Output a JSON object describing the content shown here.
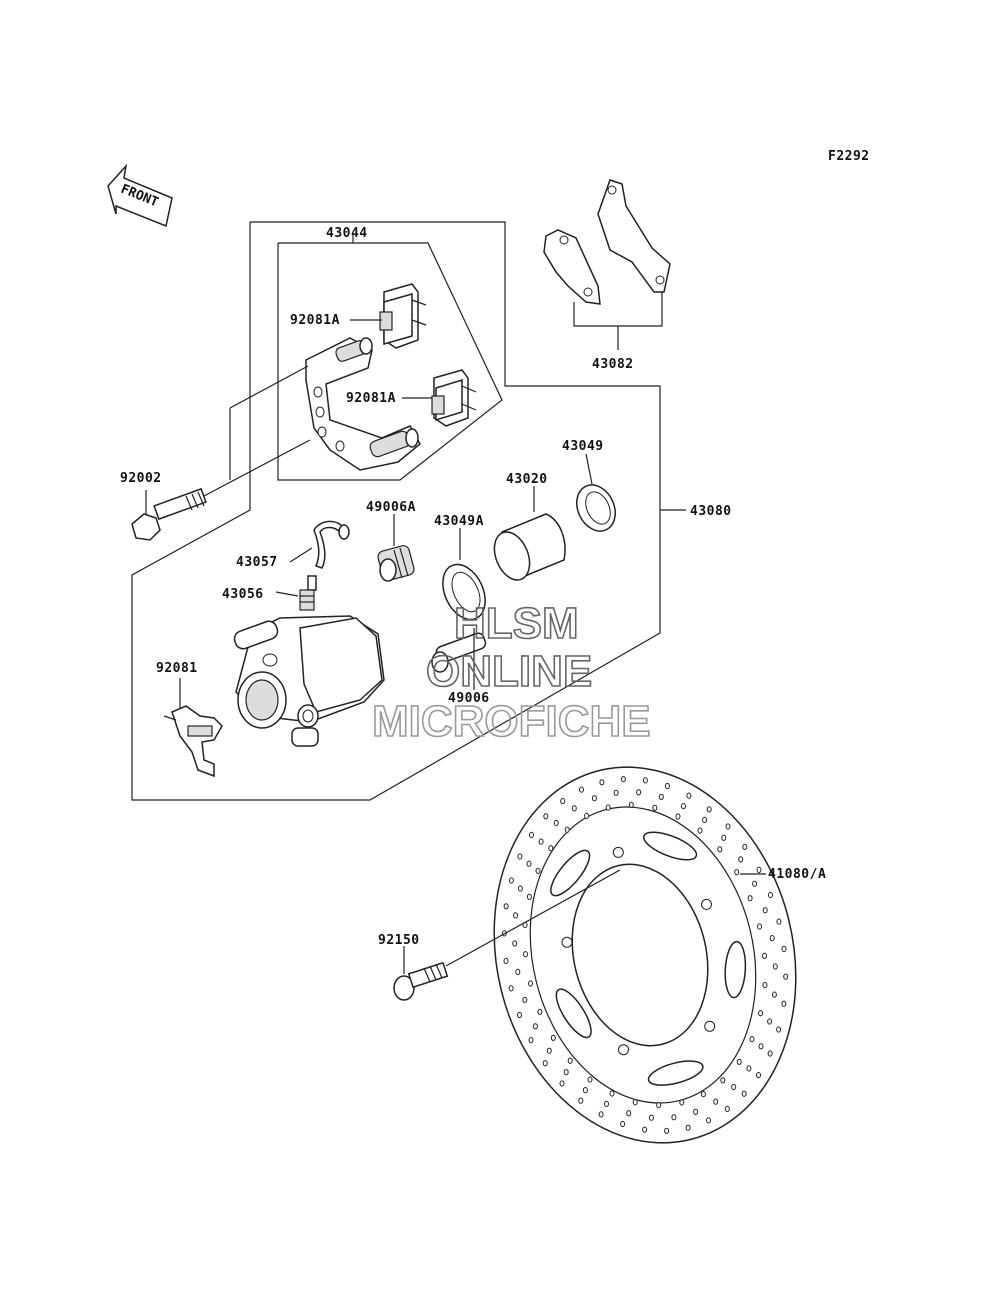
{
  "figure_code": "F2292",
  "front_arrow_label": "FRONT",
  "watermark": {
    "line1": "HLSM",
    "line2": "ONLINE",
    "line3": "MICROFICHE"
  },
  "part_labels": {
    "p43044": "43044",
    "p92081A_1": "92081A",
    "p92081A_2": "92081A",
    "p43082": "43082",
    "p43049": "43049",
    "p43020": "43020",
    "p43049A": "43049A",
    "p49006A": "49006A",
    "p43080": "43080",
    "p92002": "92002",
    "p43057": "43057",
    "p43056": "43056",
    "p92081": "92081",
    "p49006": "49006",
    "p41080A": "41080/A",
    "p92150": "92150"
  }
}
